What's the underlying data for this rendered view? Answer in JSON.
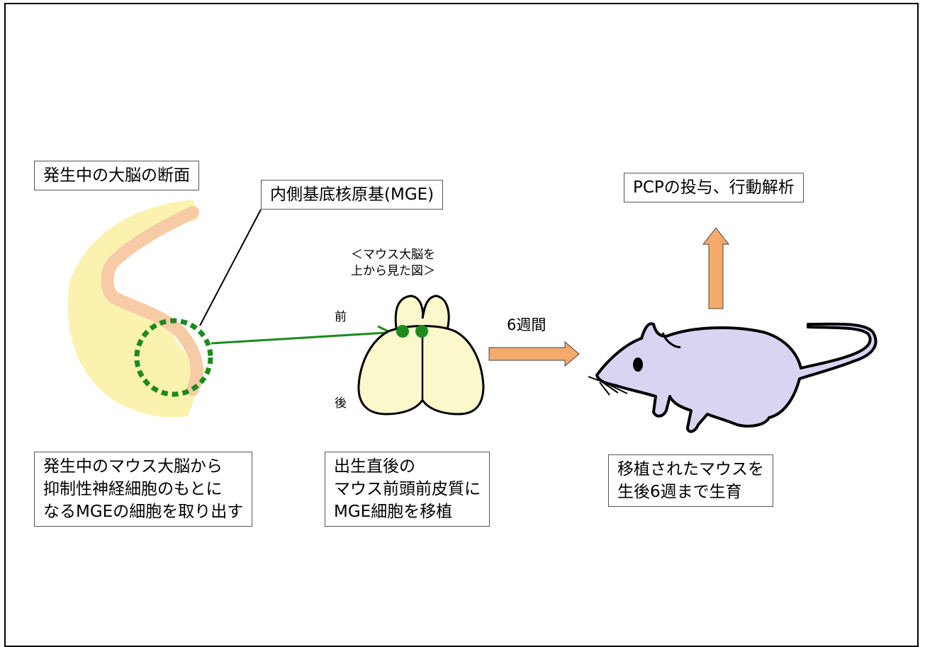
{
  "labels": {
    "section_title": "発生中の大脳の断面",
    "mge_label": "内側基底核原基(MGE)",
    "brain_top_view_line1": "＜マウス大脳を",
    "brain_top_view_line2": "上から見た図＞",
    "anterior": "前",
    "posterior": "後",
    "weeks": "6週間",
    "pcp_label": "PCPの投与、行動解析"
  },
  "steps": [
    {
      "lines": [
        "発生中のマウス大脳から",
        "抑制性神経細胞のもとに",
        "なるMGEの細胞を取り出す"
      ]
    },
    {
      "lines": [
        "出生直後の",
        "マウス前頭前皮質に",
        "MGE細胞を移植"
      ]
    },
    {
      "lines": [
        "移植されたマウスを",
        "生後6週まで生育"
      ]
    }
  ],
  "colors": {
    "brain_section_fill": "#fbf2b0",
    "ganglionic_eminence": "#f7cba5",
    "mge_dots": "#1e8a1e",
    "brain_top_fill": "#fbf8cc",
    "mouse_fill": "#d9d4f2",
    "arrow_fill": "#f5a96a"
  }
}
